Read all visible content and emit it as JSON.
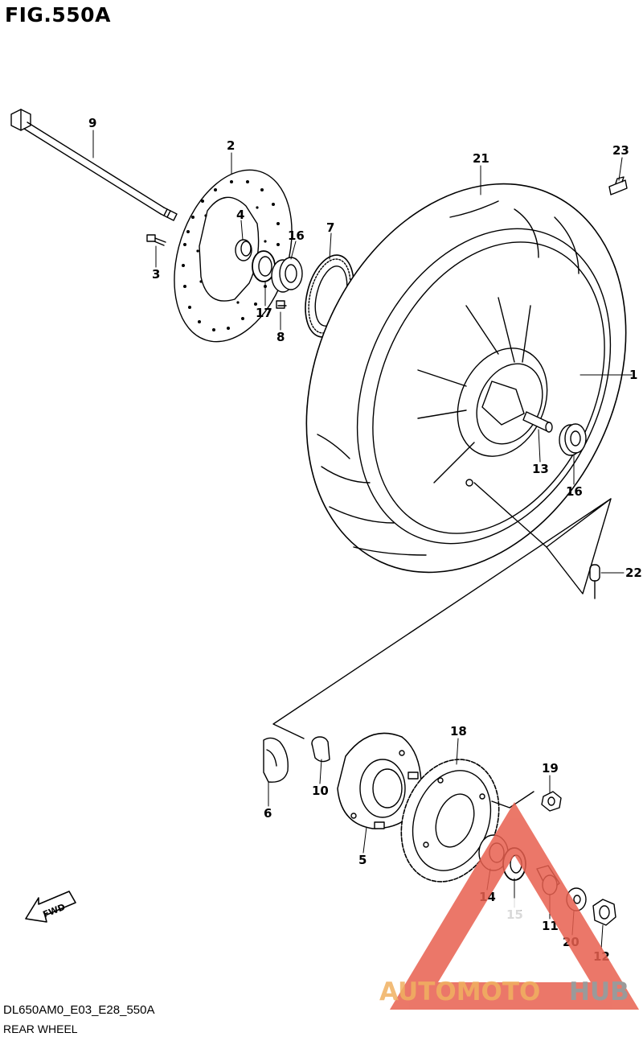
{
  "figure_title": "FIG.550A",
  "diagram_code": "DL650AM0_E03_E28_550A",
  "diagram_name": "REAR WHEEL",
  "watermark": {
    "part1": "AUTOMOTO",
    "part2": "HUB"
  },
  "direction_label": "FWD",
  "callouts": [
    "1",
    "2",
    "3",
    "4",
    "5",
    "6",
    "7",
    "8",
    "9",
    "10",
    "11",
    "12",
    "13",
    "14",
    "15",
    "16",
    "17",
    "18",
    "19",
    "20",
    "21",
    "22",
    "23"
  ],
  "colors": {
    "watermark_red": "#e8604f",
    "watermark_orange": "#f0b060",
    "watermark_grey": "#9a9a9a"
  }
}
